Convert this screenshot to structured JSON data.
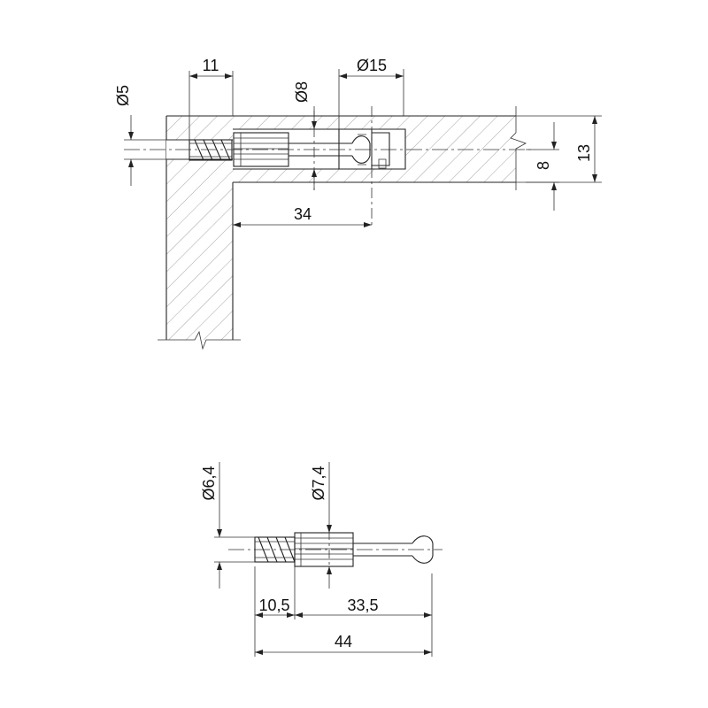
{
  "assembly": {
    "dimensions": {
      "pin_length": "11",
      "cam_diameter": "Ø15",
      "pin_hole_diameter": "Ø5",
      "bolt_hole_diameter": "Ø8",
      "hole_distance": "34",
      "panel_offset": "8",
      "panel_thickness": "13"
    }
  },
  "bolt": {
    "dimensions": {
      "thread_diameter": "Ø6,4",
      "sleeve_diameter": "Ø7,4",
      "thread_length": "10,5",
      "shank_length": "33,5",
      "total_length": "44"
    }
  }
}
